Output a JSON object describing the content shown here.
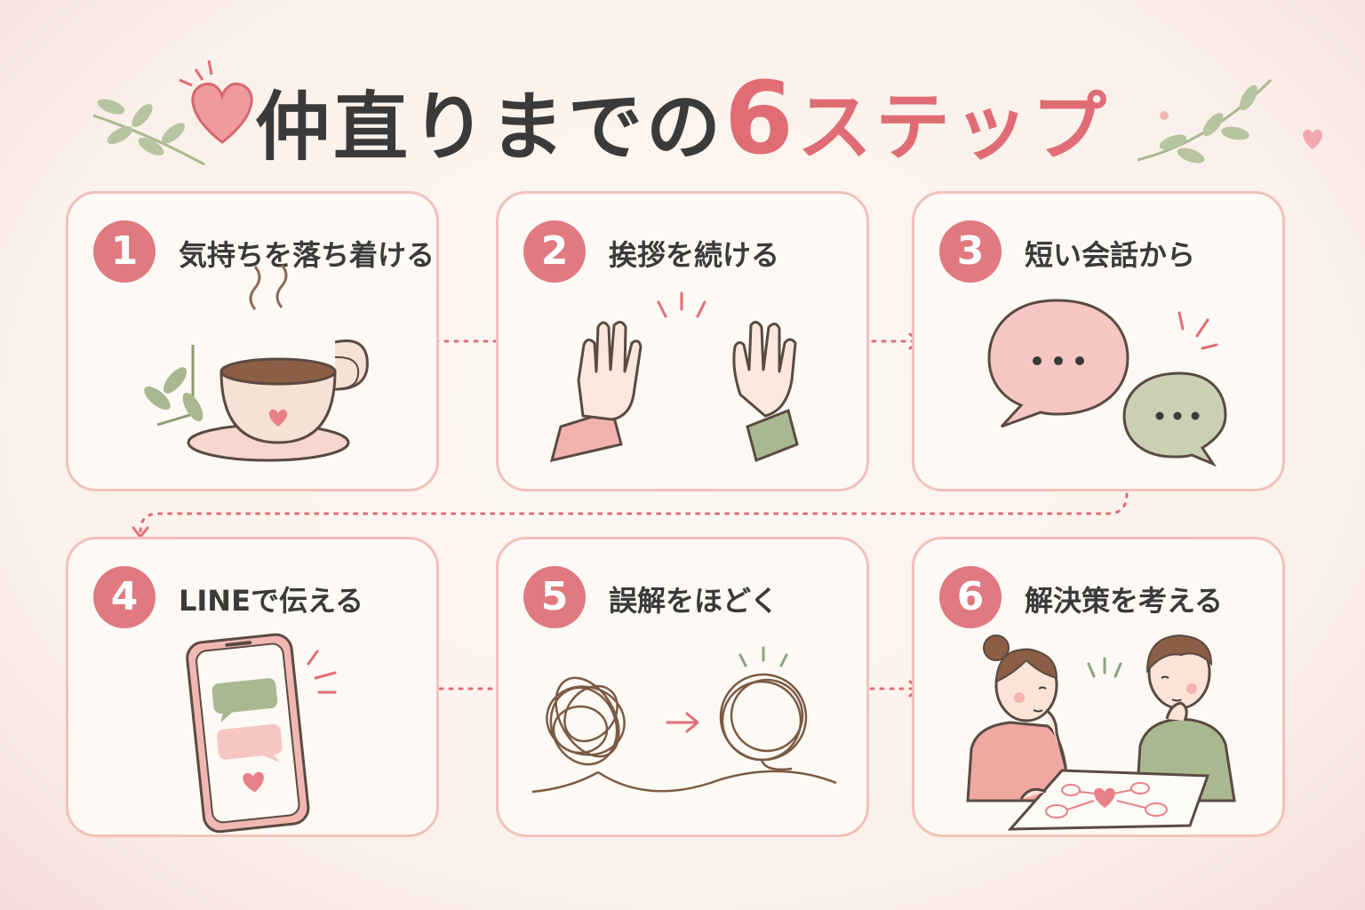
{
  "title": {
    "main": "仲直りまでの",
    "number": "6",
    "suffix": "ステップ"
  },
  "steps": [
    {
      "number": "1",
      "label": "気持ちを落ち着ける",
      "icon": "coffee-cup-icon"
    },
    {
      "number": "2",
      "label": "挨拶を続ける",
      "icon": "waving-hands-icon"
    },
    {
      "number": "3",
      "label": "短い会話から",
      "icon": "speech-bubbles-icon"
    },
    {
      "number": "4",
      "label": "LINEで伝える",
      "icon": "smartphone-icon"
    },
    {
      "number": "5",
      "label": "誤解をほどく",
      "icon": "untangled-thread-icon"
    },
    {
      "number": "6",
      "label": "解決策を考える",
      "icon": "couple-discussing-icon"
    }
  ],
  "colors": {
    "accent": "#e06d75",
    "badge": "#e07a80",
    "border": "#f2c1bb",
    "green": "#a9b890",
    "pink": "#f1b8b2"
  }
}
